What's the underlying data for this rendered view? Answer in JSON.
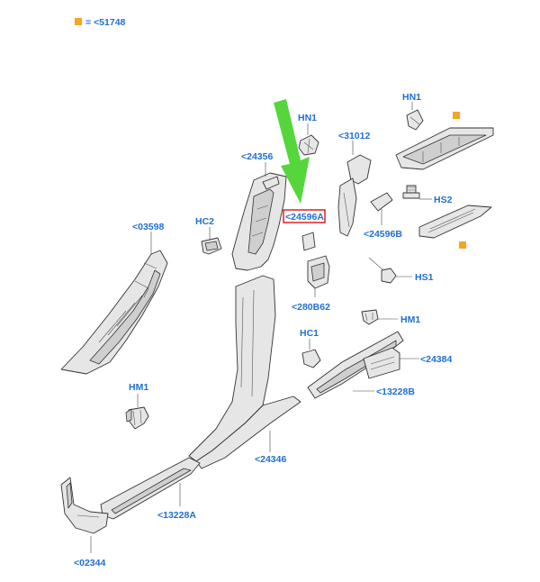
{
  "legend": {
    "text": "= <51748"
  },
  "colors": {
    "label": "#1f6fd6",
    "highlight_box": "#e02020",
    "arrow": "#55d63a",
    "marker": "#f5a623",
    "line": "#333333",
    "part_fill": "#e6e6e6"
  },
  "labels": {
    "hn1_top": "HN1",
    "hn1_mid": "HN1",
    "l31012": "<31012",
    "l24356": "<24356",
    "hs2": "HS2",
    "hc2": "HC2",
    "l24596a": "<24596A",
    "l24596b": "<24596B",
    "l03598": "<03598",
    "hs1": "HS1",
    "l280b62": "<280B62",
    "hm1_right": "HM1",
    "hc1": "HC1",
    "l24384": "<24384",
    "hm1_left": "HM1",
    "l13228b": "<13228B",
    "l24346": "<24346",
    "l13228a": "<13228A",
    "l02344": "<02344"
  }
}
